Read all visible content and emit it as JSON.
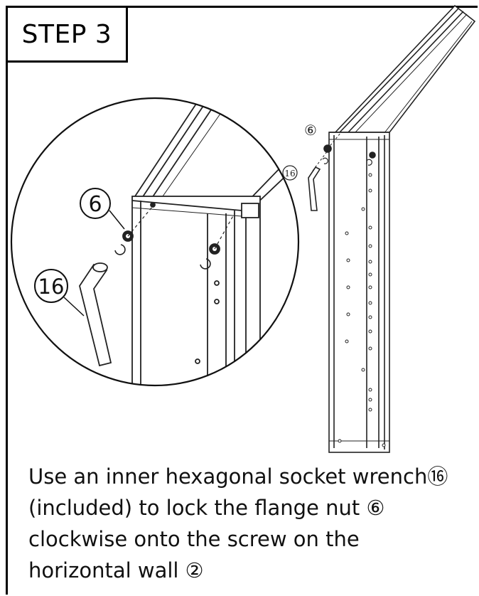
{
  "step": {
    "label": "STEP 3"
  },
  "callouts": {
    "detail_nut": "6",
    "detail_wrench": "16",
    "main_nut": "⑥",
    "main_wrench": "16"
  },
  "instructions": {
    "line1": "Use an inner hexagonal socket wrench⑯",
    "line2": "(included) to lock the flange nut  ⑥",
    "line3": "clockwise onto the screw on the",
    "line4": "horizontal wall ②"
  }
}
